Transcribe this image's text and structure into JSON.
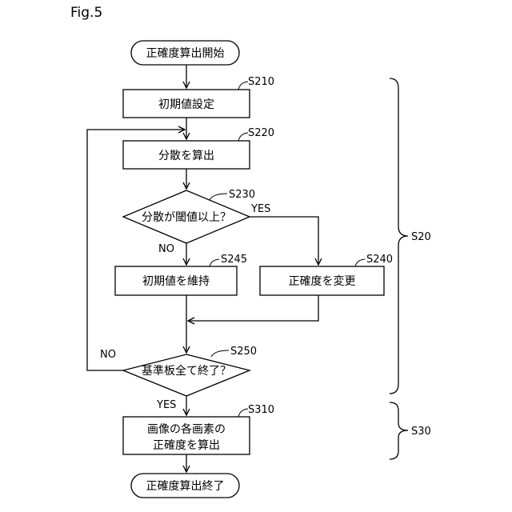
{
  "figure_label": "Fig.5",
  "nodes": {
    "start": {
      "text": "正確度算出開始"
    },
    "s210": {
      "text": "初期値設定",
      "step": "S210"
    },
    "s220": {
      "text": "分散を算出",
      "step": "S220"
    },
    "s230": {
      "text": "分散が閾値以上？",
      "step": "S230"
    },
    "s245": {
      "text": "初期値を維持",
      "step": "S245"
    },
    "s240": {
      "text": "正確度を変更",
      "step": "S240"
    },
    "s250": {
      "text": "基準板全て終了？",
      "step": "S250"
    },
    "s310": {
      "line1": "画像の各画素の",
      "line2": "正確度を算出",
      "step": "S310"
    },
    "end": {
      "text": "正確度算出終了"
    }
  },
  "branches": {
    "s230_yes": "YES",
    "s230_no": "NO",
    "s250_no": "NO",
    "s250_yes": "YES"
  },
  "groups": {
    "s20": "S20",
    "s30": "S30"
  }
}
